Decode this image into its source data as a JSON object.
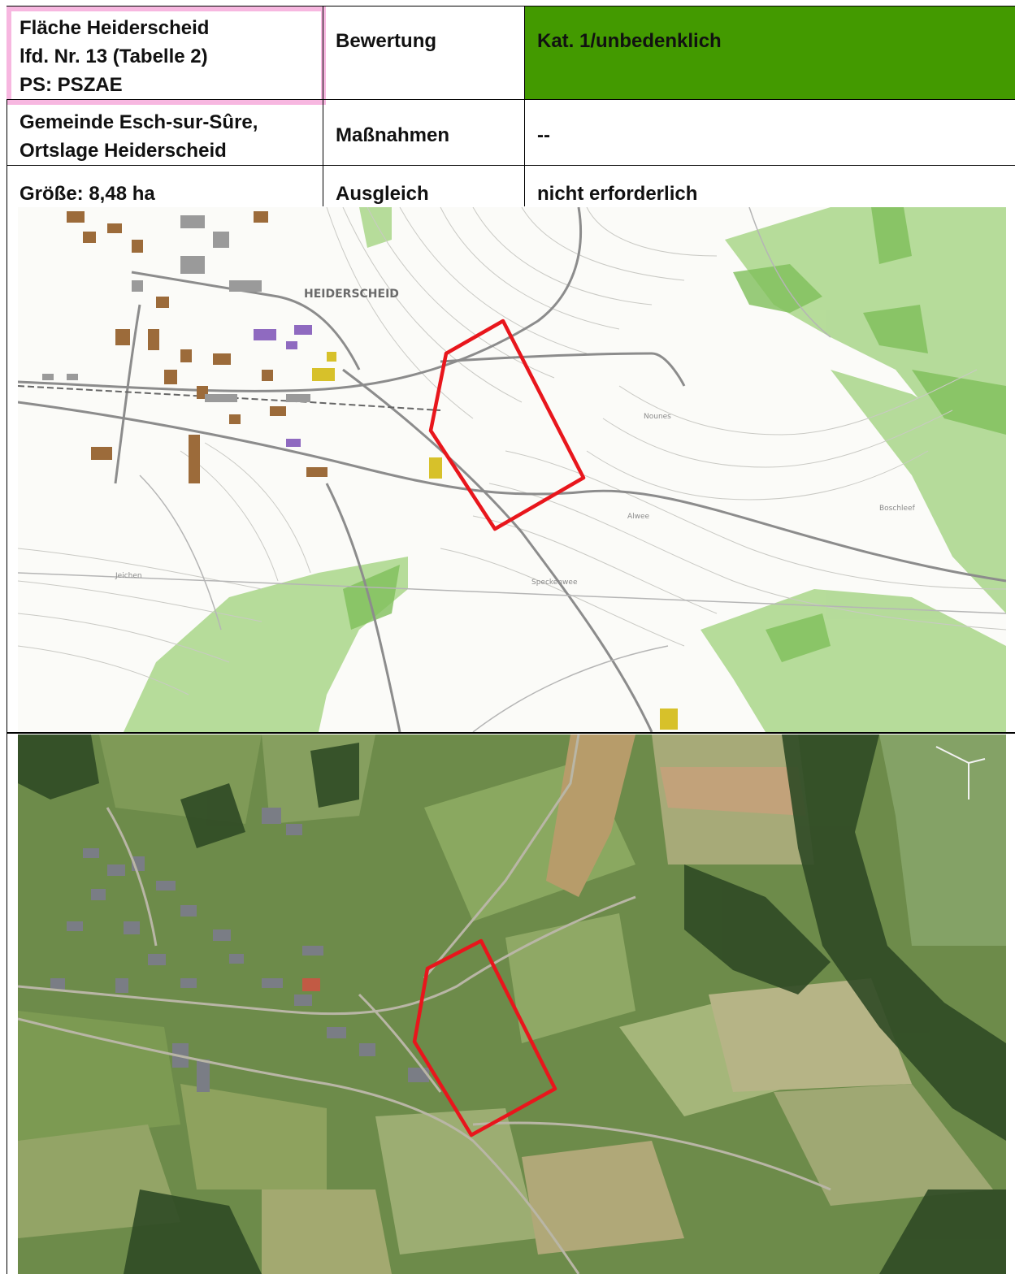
{
  "header": {
    "title_lines": [
      "Fläche Heiderscheid",
      "lfd. Nr. 13 (Tabelle 2)",
      "PS: PSZAE"
    ],
    "rating_label": "Bewertung",
    "rating_value": "Kat. 1/unbedenklich",
    "rating_color": "#439a00",
    "highlight_border_color": "#f7b7e0",
    "municipality_lines": [
      "Gemeinde Esch-sur-Sûre,",
      "Ortslage Heiderscheid"
    ],
    "measures_label": "Maßnahmen",
    "measures_value": "--",
    "size_text": "Größe: 8,48 ha",
    "compensation_label": "Ausgleich",
    "compensation_value": "nicht erforderlich"
  },
  "topo_map": {
    "place_name": "HEIDERSCHEID",
    "field_names": [
      "Nounes",
      "Alwee",
      "Boschleef",
      "Speckenwee",
      "Jeichen"
    ],
    "site_outline_color": "#e8161c"
  },
  "aerial_photo": {
    "site_outline_color": "#e8161c"
  }
}
